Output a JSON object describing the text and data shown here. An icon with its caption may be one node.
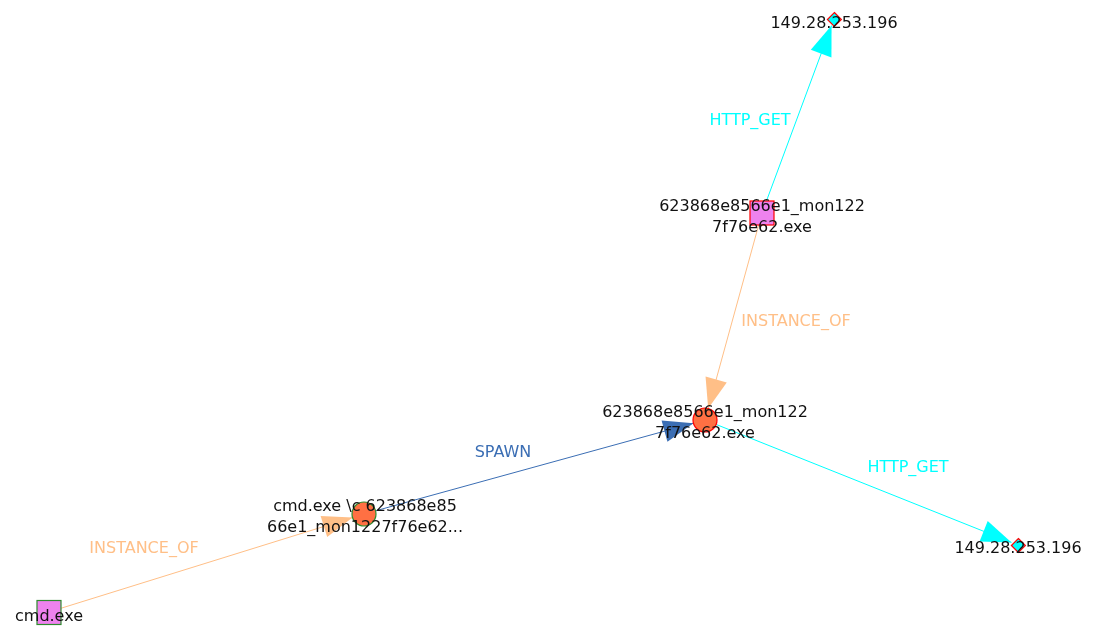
{
  "diagram": {
    "nodes": [
      {
        "text": [
          "149.28.253.196"
        ]
      },
      {
        "text": [
          "623868e8566e1_mon122 7f76e62.exe"
        ]
      },
      {
        "text": [
          "623868e8566e1_mon122 7f76e62.exe"
        ]
      },
      {
        "text": [
          "149.28.253.196"
        ]
      },
      {
        "text": [
          "cmd.exe \\c 623868e85 66e1_mon1227f76e62..."
        ]
      },
      {
        "text": [
          "cmd.exe"
        ]
      }
    ],
    "edges": [
      {
        "from": 1,
        "to": 0,
        "arrow": "to",
        "label": "HTTP_GET",
        "color": "#00ffff"
      },
      {
        "from": 1,
        "to": 2,
        "arrow": "to",
        "label": "INSTANCE_OF",
        "color": "#ffbf87"
      },
      {
        "from": 4,
        "to": 2,
        "arrow": "to",
        "label": "SPAWN",
        "color": "#3b6eb4"
      },
      {
        "from": 2,
        "to": 3,
        "arrow": "to",
        "label": "HTTP_GET",
        "color": "#00ffff"
      },
      {
        "from": 5,
        "to": 4,
        "arrow": "to",
        "label": "INSTANCE_OF",
        "color": "#ffbf87"
      }
    ]
  }
}
